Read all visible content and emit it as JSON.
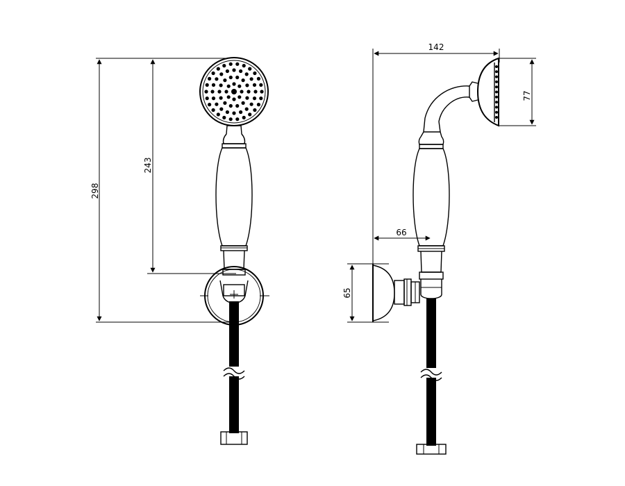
{
  "dimensions": {
    "front_total_height": "298",
    "front_handle_height": "243",
    "side_total_depth": "142",
    "side_head_diameter": "77",
    "side_handle_offset": "66",
    "side_bracket_height": "65"
  },
  "colors": {
    "line": "#000000",
    "background": "#ffffff"
  }
}
